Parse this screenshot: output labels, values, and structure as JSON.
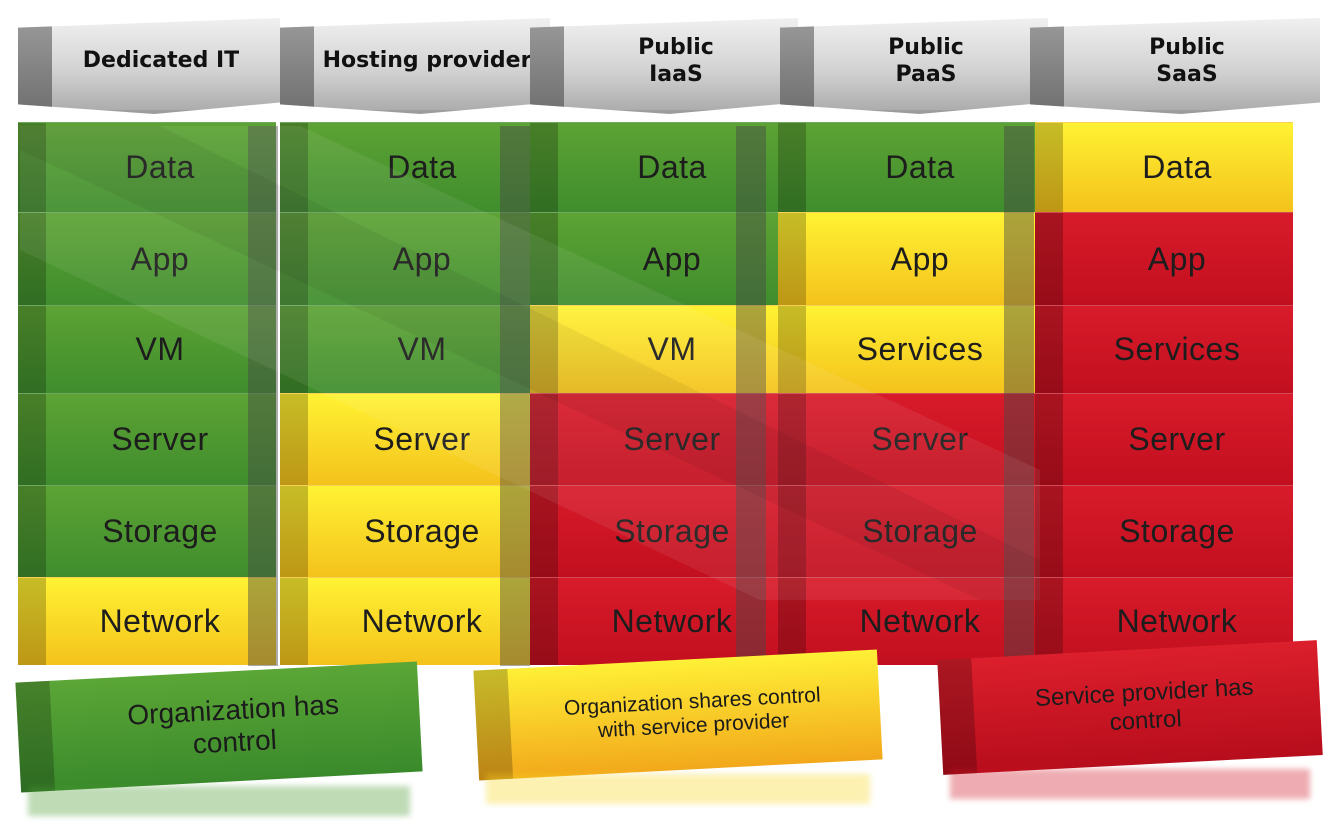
{
  "columns": [
    {
      "title": "Dedicated IT",
      "layers": [
        "Data",
        "App",
        "VM",
        "Server",
        "Storage",
        "Network"
      ],
      "control": [
        "green",
        "green",
        "green",
        "green",
        "green",
        "yellow"
      ]
    },
    {
      "title": "Hosting provider",
      "layers": [
        "Data",
        "App",
        "VM",
        "Server",
        "Storage",
        "Network"
      ],
      "control": [
        "green",
        "green",
        "green",
        "yellow",
        "yellow",
        "yellow"
      ]
    },
    {
      "title": "Public\nIaaS",
      "layers": [
        "Data",
        "App",
        "VM",
        "Server",
        "Storage",
        "Network"
      ],
      "control": [
        "green",
        "green",
        "yellow",
        "red",
        "red",
        "red"
      ]
    },
    {
      "title": "Public\nPaaS",
      "layers": [
        "Data",
        "App",
        "Services",
        "Server",
        "Storage",
        "Network"
      ],
      "control": [
        "green",
        "yellow",
        "yellow",
        "red",
        "red",
        "red"
      ]
    },
    {
      "title": "Public\nSaaS",
      "layers": [
        "Data",
        "App",
        "Services",
        "Server",
        "Storage",
        "Network"
      ],
      "control": [
        "yellow",
        "red",
        "red",
        "red",
        "red",
        "red"
      ]
    }
  ],
  "legend": [
    {
      "key": "green",
      "label": "Organization has\ncontrol"
    },
    {
      "key": "yellow",
      "label": "Organization shares control\nwith service provider"
    },
    {
      "key": "red",
      "label": "Service provider has\ncontrol"
    }
  ],
  "colors": {
    "green": "#4a9a30",
    "yellow": "#f8d823",
    "red": "#cf1524",
    "header": "#cfcfcf"
  }
}
